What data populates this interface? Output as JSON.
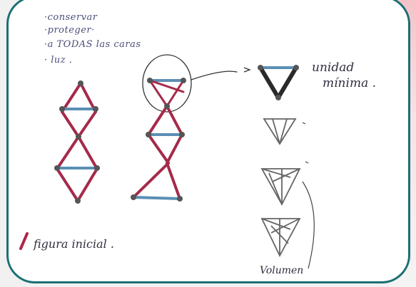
{
  "notes": [
    "·conservar",
    "·proteger·",
    "·a TODAS las caras",
    "· luz ."
  ],
  "labels": {
    "unit_top": "unidad",
    "unit_bottom": "mínima .",
    "initial": "figura inicial .",
    "volume": "Volumen"
  },
  "colors": {
    "frame": "#1b6f73",
    "rod_red": "#a52a4a",
    "rod_blue": "#5b8fb5",
    "ink": "#2f2f40",
    "background_tab": "#f5c2c8"
  }
}
